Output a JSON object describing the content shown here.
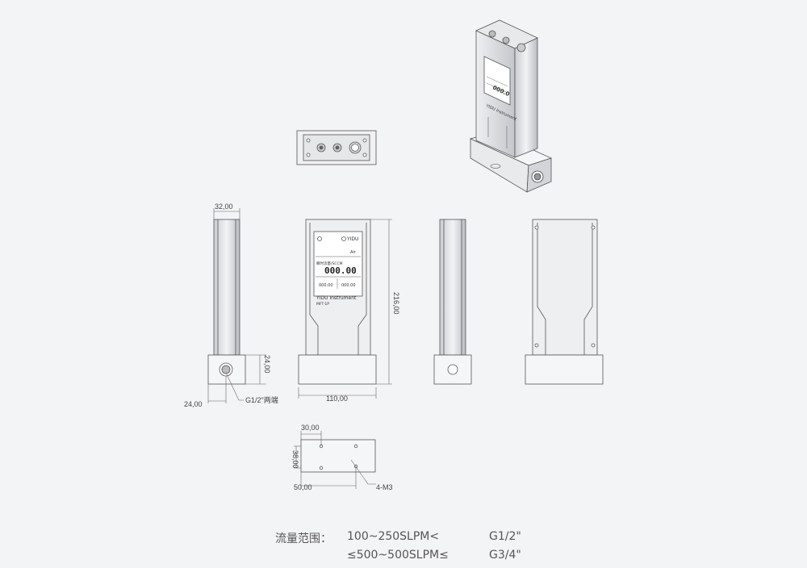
{
  "dims": {
    "width_side": "32,00",
    "height_total": "216,00",
    "height_base": "24,00",
    "depth_base": "24,00",
    "port": "G1/2\"两端",
    "width_front": "110,00",
    "bottom_30": "30,00",
    "bottom_38": "38,00",
    "bottom_50": "50,00",
    "mount": "4-M3"
  },
  "device": {
    "brand": "YIDU",
    "brand_line": "YIDU Instrument",
    "model": "MFT-1P",
    "screen_label": "瞬时流量/SCCM",
    "screen_value": "000.00",
    "screen_sub1": "000.00",
    "screen_sub2": "000.00",
    "gas": "Air"
  },
  "spec": {
    "label": "流量范围：",
    "row1_range": "100~250SLPM<",
    "row1_thread": "G1/2\"",
    "row2_range": "≤500~500SLPM≤",
    "row2_thread": "G3/4\""
  }
}
